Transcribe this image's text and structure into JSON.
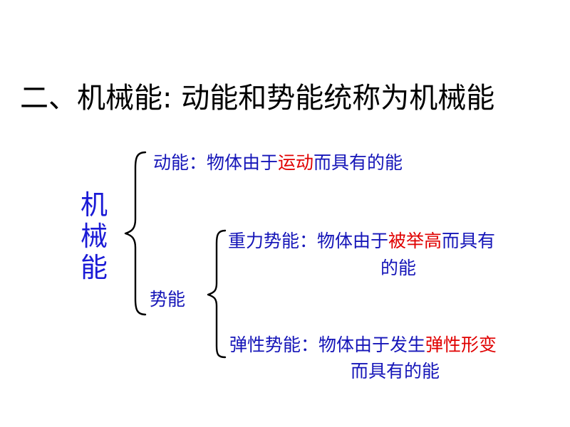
{
  "title": "二、机械能: 动能和势能统称为机械能",
  "vertical_label": [
    "机",
    "械",
    "能"
  ],
  "kinetic": {
    "prefix": "动能：物体由于",
    "emphasis": "运动",
    "suffix": "而具有的能"
  },
  "potential_label": "势能",
  "gravity": {
    "prefix": "重力势能：物体由于",
    "emphasis": "被举高",
    "suffix": "而具有",
    "continuation": "的能"
  },
  "elastic": {
    "prefix": "弹性势能：物体由于发生",
    "emphasis": "弹性形变",
    "continuation": "而具有的能"
  },
  "colors": {
    "title": "#000000",
    "body_text": "#1515b8",
    "emphasis": "#e00000"
  }
}
